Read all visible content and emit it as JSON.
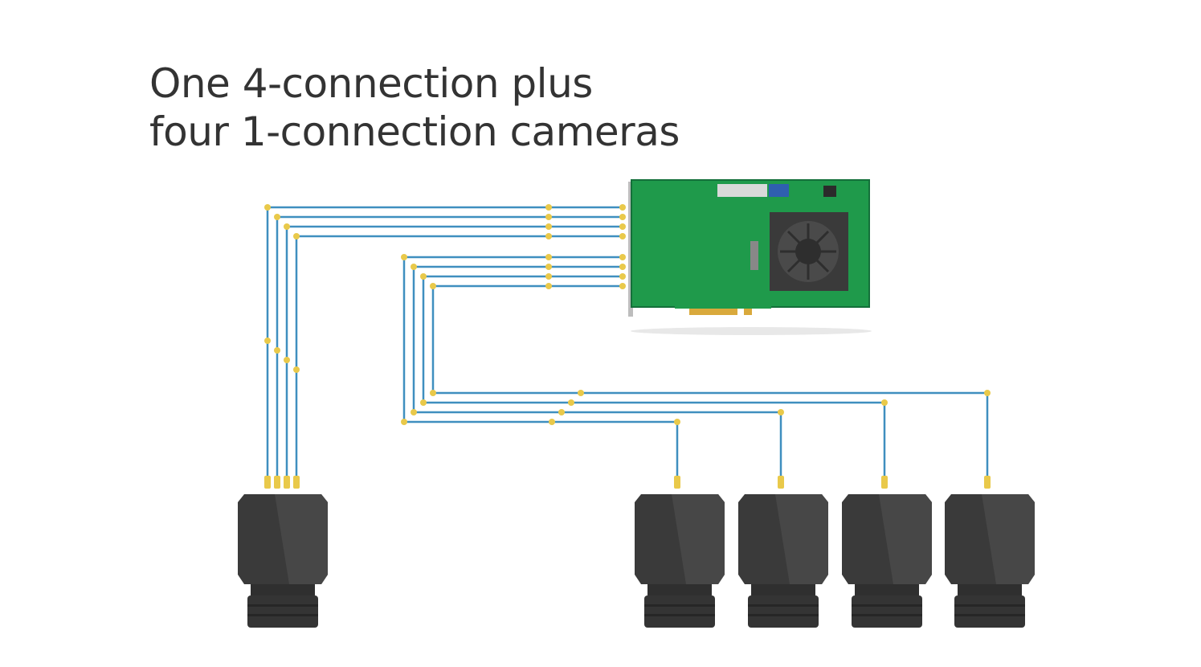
{
  "title": {
    "line1": "One 4-connection plus",
    "line2": "four 1-connection cameras"
  },
  "card": {
    "ports": 8
  },
  "cameras": [
    {
      "connections": 4
    },
    {
      "connections": 1
    },
    {
      "connections": 1
    },
    {
      "connections": 1
    },
    {
      "connections": 1
    }
  ],
  "colors": {
    "cable": "#3f8fbf",
    "connector": "#e9c94a",
    "board": "#1f9a4b",
    "camera": "#3a3a3a",
    "text": "#333333"
  }
}
